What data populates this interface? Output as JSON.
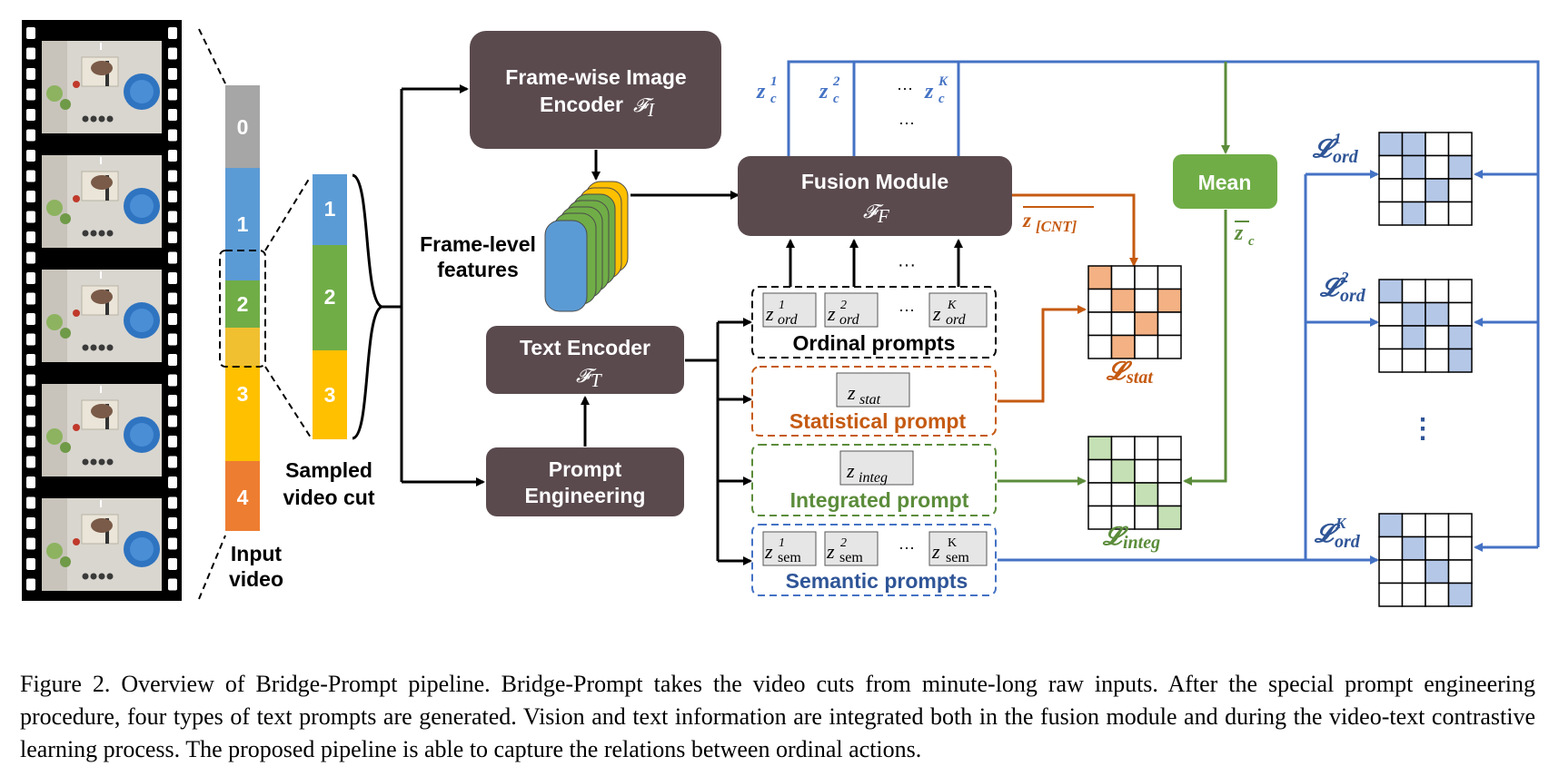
{
  "colors": {
    "dark_box": "#5a4a4e",
    "blue": "#4472c4",
    "green": "#5b8c3a",
    "orange": "#c55a11",
    "seg_gray": "#a6a6a6",
    "seg_blue": "#5b9bd5",
    "seg_green": "#70ad47",
    "seg_yellow": "#ffc000",
    "seg_orange": "#ed7d31",
    "grid_blue": "#b4c7e7",
    "grid_orange": "#f4b183",
    "grid_green": "#c5e0b4"
  },
  "film": {
    "frame_count": 5,
    "frame_icons": [
      "kitchen-frame-image",
      "kitchen-frame-image",
      "kitchen-frame-image",
      "kitchen-frame-image",
      "kitchen-frame-image"
    ]
  },
  "input_video": {
    "segments": [
      "0",
      "1",
      "2",
      "3",
      "4"
    ],
    "label_line1": "Input",
    "label_line2": "video"
  },
  "sampled_cut": {
    "segments": [
      "1",
      "2",
      "3"
    ],
    "label_line1": "Sampled",
    "label_line2": "video cut"
  },
  "image_encoder": {
    "line1": "Frame-wise Image",
    "line2": "Encoder",
    "symbol": "𝓕",
    "sub": "I"
  },
  "frame_features": {
    "line1": "Frame-level",
    "line2": "features"
  },
  "text_encoder": {
    "line1": "Text Encoder",
    "symbol": "𝓕",
    "sub": "T"
  },
  "prompt_engineering": {
    "line1": "Prompt",
    "line2": "Engineering"
  },
  "fusion": {
    "line1": "Fusion Module",
    "symbol": "𝓕",
    "sub": "F"
  },
  "zc": {
    "z": "z",
    "c": "c",
    "sup1": "1",
    "sup2": "2",
    "supK": "K",
    "dots": "···",
    "dots_v": "···"
  },
  "mean": {
    "label": "Mean",
    "zbar": "z",
    "zbar_sub": "c"
  },
  "zcnt": {
    "z": "z",
    "sub": "[CNT]"
  },
  "fusion_dots": "···",
  "ordinal": {
    "label": "Ordinal prompts",
    "z": "z",
    "sub": "ord",
    "sup1": "1",
    "sup2": "2",
    "supK": "K",
    "dots": "···"
  },
  "statistical": {
    "label": "Statistical prompt",
    "z": "z",
    "sub": "stat"
  },
  "integrated": {
    "label": "Integrated prompt",
    "z": "z",
    "sub": "integ"
  },
  "semantic": {
    "label": "Semantic prompts",
    "z": "z",
    "sub": "sem",
    "sup1": "1",
    "sup2": "2",
    "supK": "K",
    "dots": "···"
  },
  "losses": {
    "L": "𝓛",
    "stat_sub": "stat",
    "integ_sub": "integ",
    "ord_sub": "ord",
    "ord_sup1": "1",
    "ord_sup2": "2",
    "ord_supK": "K",
    "vdots": "⋮"
  },
  "grids": {
    "stat_cells": [
      [
        0,
        0
      ],
      [
        1,
        1
      ],
      [
        1,
        3
      ],
      [
        2,
        2
      ],
      [
        3,
        1
      ]
    ],
    "integ_cells": [
      [
        0,
        0
      ],
      [
        1,
        1
      ],
      [
        2,
        2
      ],
      [
        3,
        3
      ]
    ],
    "ord1_cells": [
      [
        0,
        0
      ],
      [
        0,
        1
      ],
      [
        1,
        1
      ],
      [
        1,
        3
      ],
      [
        2,
        2
      ],
      [
        3,
        1
      ]
    ],
    "ord2_cells": [
      [
        0,
        0
      ],
      [
        1,
        1
      ],
      [
        1,
        2
      ],
      [
        2,
        1
      ],
      [
        2,
        3
      ],
      [
        3,
        3
      ]
    ],
    "ordK_cells": [
      [
        0,
        0
      ],
      [
        1,
        1
      ],
      [
        2,
        2
      ],
      [
        3,
        3
      ]
    ]
  },
  "caption": "Figure 2. Overview of Bridge-Prompt pipeline. Bridge-Prompt takes the video cuts from minute-long raw inputs. After the special prompt engineering procedure, four types of text prompts are generated. Vision and text information are integrated both in the fusion module and during the video-text contrastive learning process. The proposed pipeline is able to capture the relations between ordinal actions."
}
